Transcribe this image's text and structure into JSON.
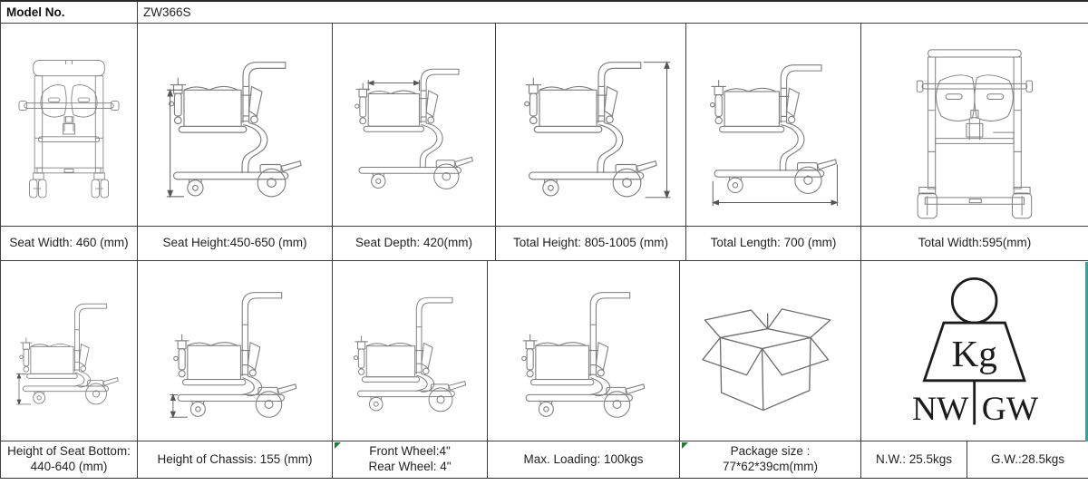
{
  "header": {
    "label": "Model No.",
    "value": "ZW366S"
  },
  "top_section": {
    "cells": [
      {
        "drawing": "chair-front-folded-view",
        "label": "Seat Width: 460 (mm)"
      },
      {
        "drawing": "chair-side-view",
        "label": "Seat Height:450-650 (mm)"
      },
      {
        "drawing": "chair-side-view",
        "label": "Seat Depth: 420(mm)"
      },
      {
        "drawing": "chair-side-view",
        "label": "Total Height: 805-1005 (mm)"
      },
      {
        "drawing": "chair-side-view",
        "label": "Total Length: 700 (mm)"
      },
      {
        "drawing": "chair-rear-view",
        "label": "Total Width:595(mm)"
      }
    ]
  },
  "bottom_section": {
    "cells": [
      {
        "drawing": "chair-side-view-lowered",
        "label": "Height of Seat Bottom: 440-640 (mm)"
      },
      {
        "drawing": "chair-side-view-lowered",
        "label": "Height of Chassis: 155 (mm)"
      },
      {
        "drawing": "chair-side-view-lowered",
        "label": "Front Wheel:4\"\nRear Wheel: 4\""
      },
      {
        "drawing": "chair-side-view-lowered",
        "label": "Max. Loading: 100kgs"
      },
      {
        "drawing": "carton-box",
        "label": "Package size : 77*62*39cm(mm)"
      },
      {
        "drawing": "weight-symbol",
        "label": "N.W.: 25.5kgs"
      },
      {
        "label": "G.W.:28.5kgs"
      }
    ]
  },
  "weight_symbol": {
    "unit": "Kg",
    "left": "NW",
    "right": "GW"
  }
}
